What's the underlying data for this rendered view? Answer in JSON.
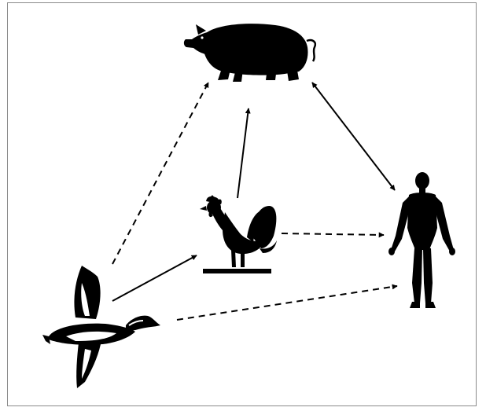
{
  "diagram": {
    "type": "transmission-network",
    "nodes": [
      {
        "id": "pig",
        "icon": "pig-icon"
      },
      {
        "id": "chicken",
        "icon": "rooster-icon"
      },
      {
        "id": "human",
        "icon": "human-figure-icon"
      },
      {
        "id": "duck",
        "icon": "duck-icon"
      }
    ],
    "edges": [
      {
        "from": "duck",
        "to": "pig",
        "style": "dashed",
        "direction": "forward"
      },
      {
        "from": "duck",
        "to": "chicken",
        "style": "solid",
        "direction": "forward"
      },
      {
        "from": "duck",
        "to": "human",
        "style": "dashed",
        "direction": "forward"
      },
      {
        "from": "chicken",
        "to": "pig",
        "style": "solid",
        "direction": "forward"
      },
      {
        "from": "chicken",
        "to": "human",
        "style": "dashed",
        "direction": "forward"
      },
      {
        "from": "pig",
        "to": "human",
        "style": "solid",
        "direction": "both"
      }
    ],
    "colors": {
      "ink": "#000000",
      "border": "#8a8a8a",
      "background": "#ffffff",
      "duck_belly": "#ffffff"
    }
  }
}
